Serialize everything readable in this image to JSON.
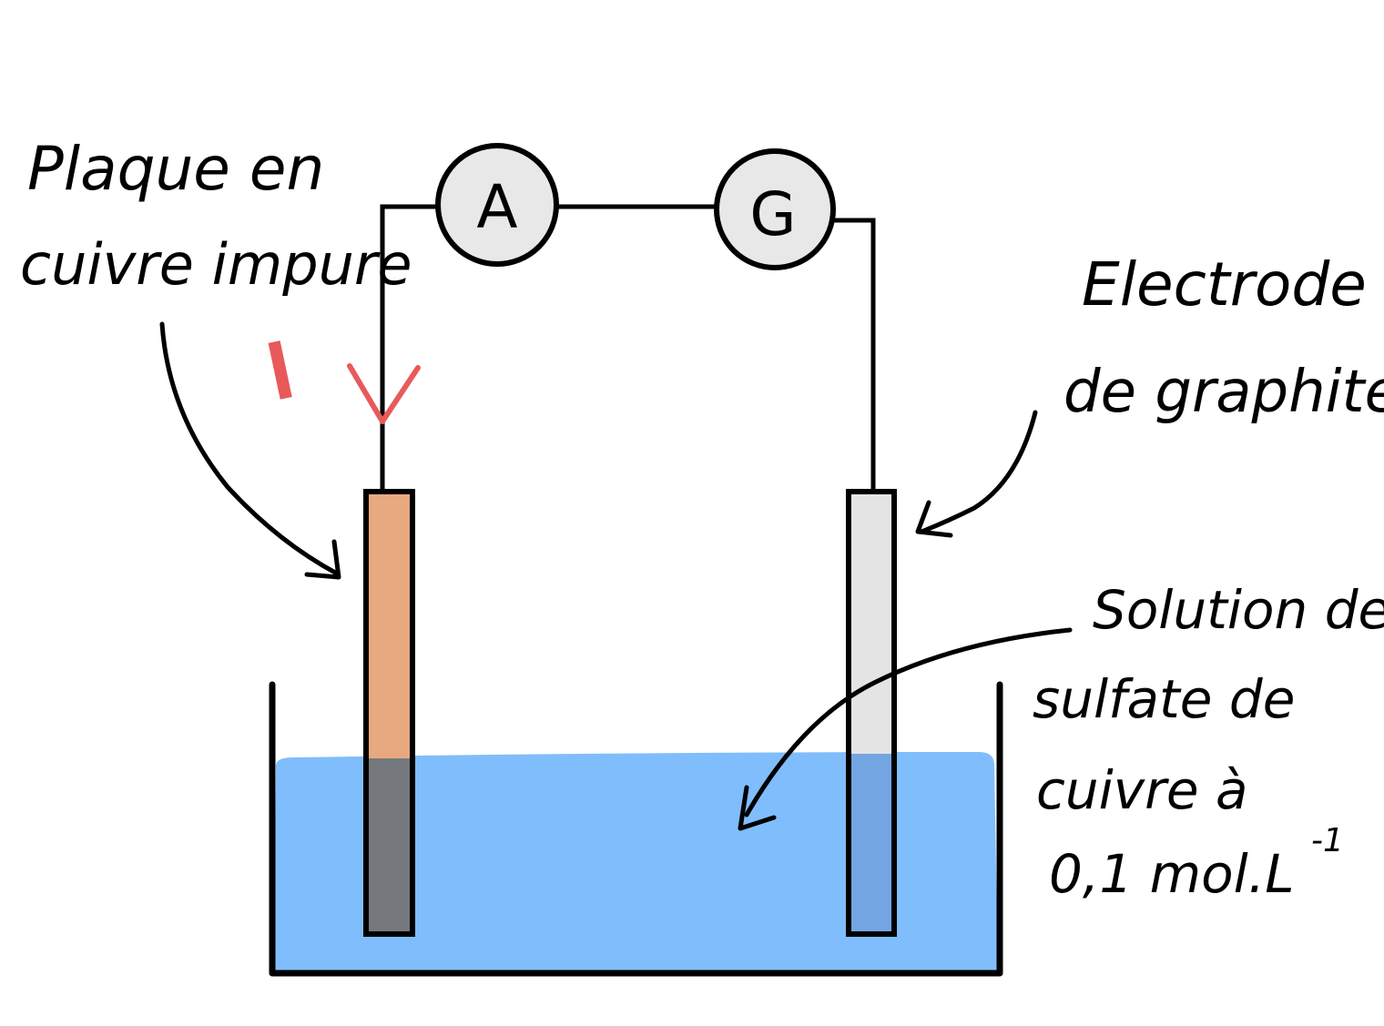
{
  "colors": {
    "wire": "#000000",
    "meter_fill": "#e8e8e8",
    "copper": "#e8a880",
    "graphite": "#e4e4e4",
    "solution": "#80bdfc",
    "copper_submerged": "#75797d",
    "graphite_submerged": "#73a6e2",
    "current_mark": "#e85a5a"
  },
  "ammeter": {
    "symbol": "A"
  },
  "galvanometer": {
    "symbol": "G"
  },
  "current": {
    "symbol": "I"
  },
  "labels": {
    "copper_plate": {
      "line1": "Plaque en",
      "line2": "cuivre impure"
    },
    "graphite_electrode": {
      "line1": "Electrode",
      "line2": "de graphite."
    },
    "solution": {
      "line1": "Solution de",
      "line2": "sulfate de",
      "line3": "cuivre à",
      "line4": "0,1 mol.L",
      "line4_exponent": "-1"
    }
  }
}
